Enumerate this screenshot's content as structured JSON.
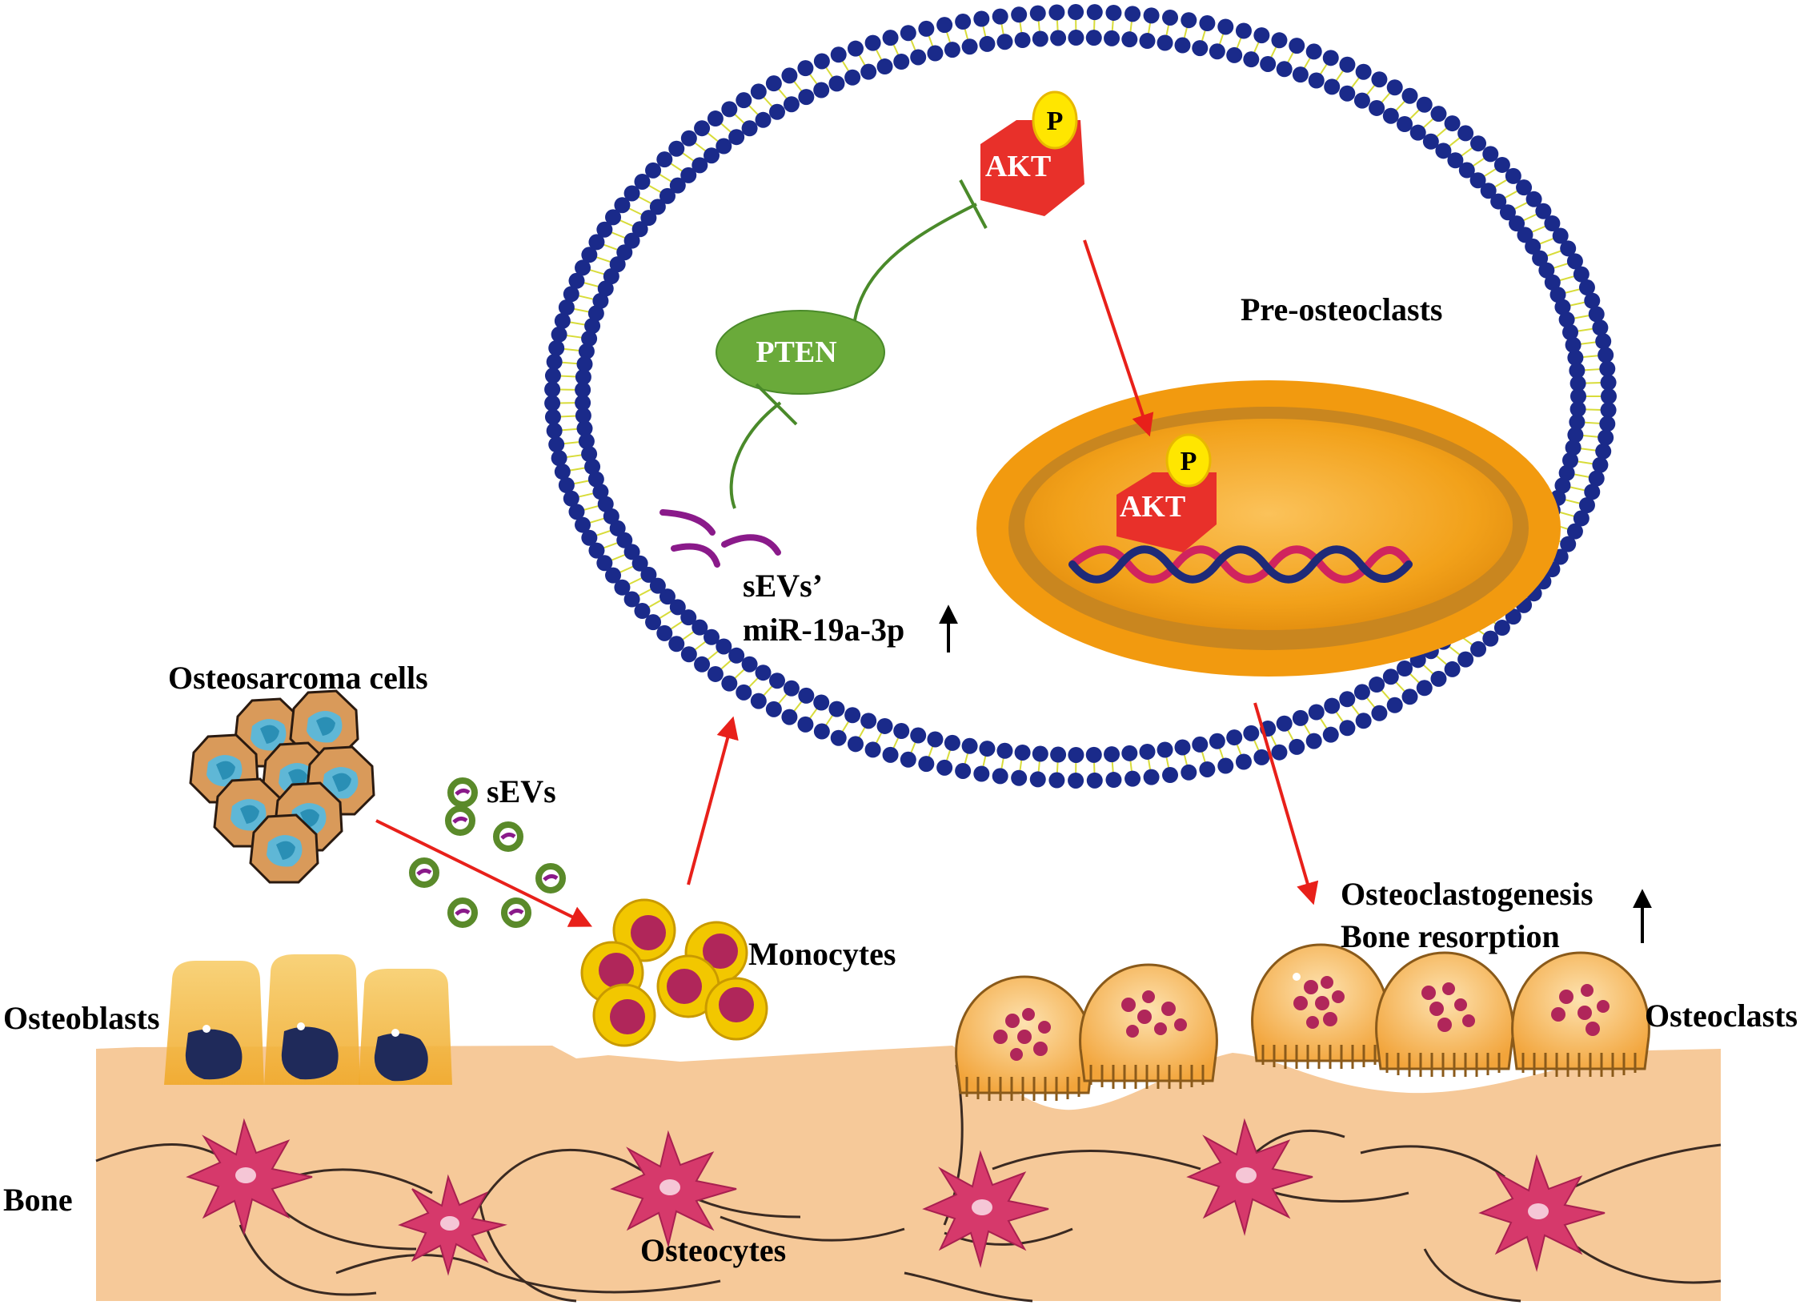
{
  "labels": {
    "pre_osteoclasts": "Pre-osteoclasts",
    "akt_top": "AKT",
    "akt_nucleus": "AKT",
    "phospho_top": "P",
    "phospho_nucleus": "P",
    "pten": "PTEN",
    "sevs_mirna_line1": "sEVs’",
    "sevs_mirna_line2": "miR-19a-3p",
    "osteosarcoma_cells": "Osteosarcoma cells",
    "sevs": "sEVs",
    "monocytes": "Monocytes",
    "osteoclastogenesis": "Osteoclastogenesis",
    "bone_resorption": "Bone resorption",
    "osteoblasts": "Osteoblasts",
    "osteoclasts": "Osteoclasts",
    "bone": "Bone",
    "osteocytes": "Osteocytes"
  },
  "colors": {
    "membrane_bead": "#1a2a8a",
    "membrane_tail": "#d8dc3a",
    "akt": "#e8302a",
    "phospho": "#ffe600",
    "pten": "#6aaa3a",
    "mirna": "#8a1a8a",
    "nucleus_outer": "#f29a0f",
    "nucleus_inner": "#c9861f",
    "bone": "#f6c999",
    "osteocyte": "#d33a6a",
    "osteoblast": "#f3bb3f",
    "osteoclast": "#f5b04a",
    "monocyte_ring": "#f2c700",
    "monocyte_core": "#b02a5a",
    "arrow_red": "#e8201a",
    "inhibit_green": "#4a8a2a"
  }
}
